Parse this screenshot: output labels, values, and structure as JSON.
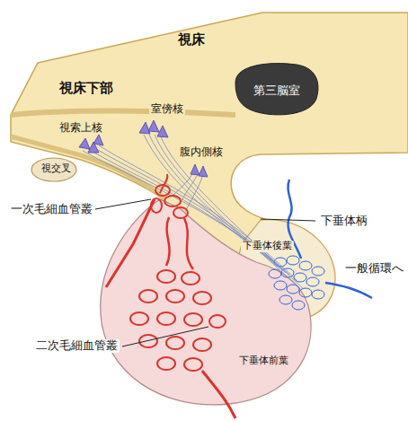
{
  "diagram": {
    "labels": [
      "視床",
      "視床下部",
      "第三脳室",
      "視索上核",
      "室傍核",
      "腹内側核",
      "視交叉",
      "一次毛細血管叢",
      "下垂体柄",
      "下垂体後葉",
      "一般循環へ",
      "二次毛細血管叢",
      "下垂体前葉"
    ]
  }
}
